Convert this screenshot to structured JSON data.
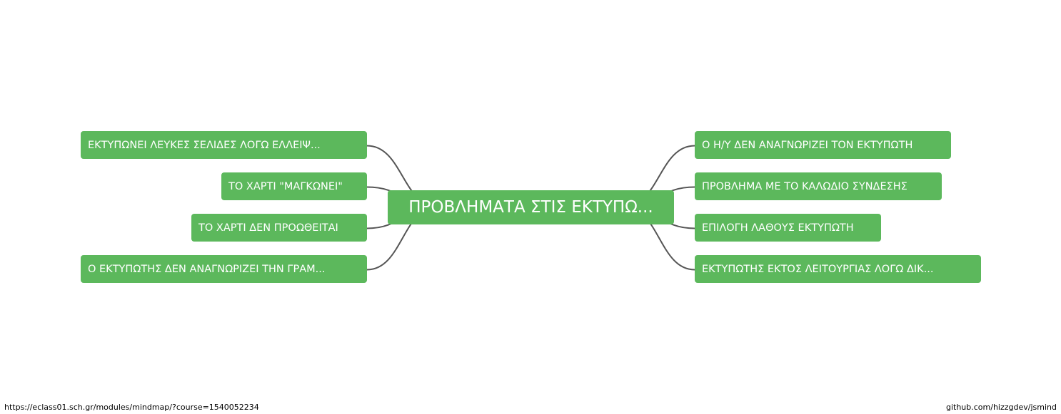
{
  "colors": {
    "node_fill": "#5cb85c",
    "node_text": "#ffffff",
    "line": "#555555",
    "background": "#ffffff"
  },
  "mindmap": {
    "root": {
      "label": "ΠΡΟΒΛΗΜΑΤΑ ΣΤΙΣ ΕΚΤΥΠΩ..."
    },
    "left_nodes": [
      {
        "label": "ΕΚΤΥΠΩΝΕΙ ΛΕΥΚΕΣ ΣΕΛΙΔΕΣ ΛΟΓΩ ΕΛΛΕΙΨ..."
      },
      {
        "label": "ΤΟ ΧΑΡΤΙ \"ΜΑΓΚΩΝΕΙ\""
      },
      {
        "label": "ΤΟ ΧΑΡΤΙ ΔΕΝ ΠΡΟΩΘΕΙΤΑΙ"
      },
      {
        "label": "Ο ΕΚΤΥΠΩΤΗΣ ΔΕΝ ΑΝΑΓΝΩΡΙΖΕΙ ΤΗΝ ΓΡΑΜ..."
      }
    ],
    "right_nodes": [
      {
        "label": "Ο Η/Υ ΔΕΝ ΑΝΑΓΝΩΡΙΖΕΙ ΤΟΝ ΕΚΤΥΠΩΤΗ"
      },
      {
        "label": "ΠΡΟΒΛΗΜΑ ΜΕ ΤΟ ΚΑΛΩΔΙΟ ΣΥΝΔΕΣΗΣ"
      },
      {
        "label": "ΕΠΙΛΟΓΗ ΛΑΘΟΥΣ ΕΚΤΥΠΩΤΗ"
      },
      {
        "label": "ΕΚΤΥΠΩΤΗΣ ΕΚΤΟΣ  ΛΕΙΤΟΥΡΓΙΑΣ ΛΟΓΩ ΔΙΚ..."
      }
    ]
  },
  "footer": {
    "url": "https://eclass01.sch.gr/modules/mindmap/?course=1540052234",
    "credit": "github.com/hizzgdev/jsmind"
  }
}
